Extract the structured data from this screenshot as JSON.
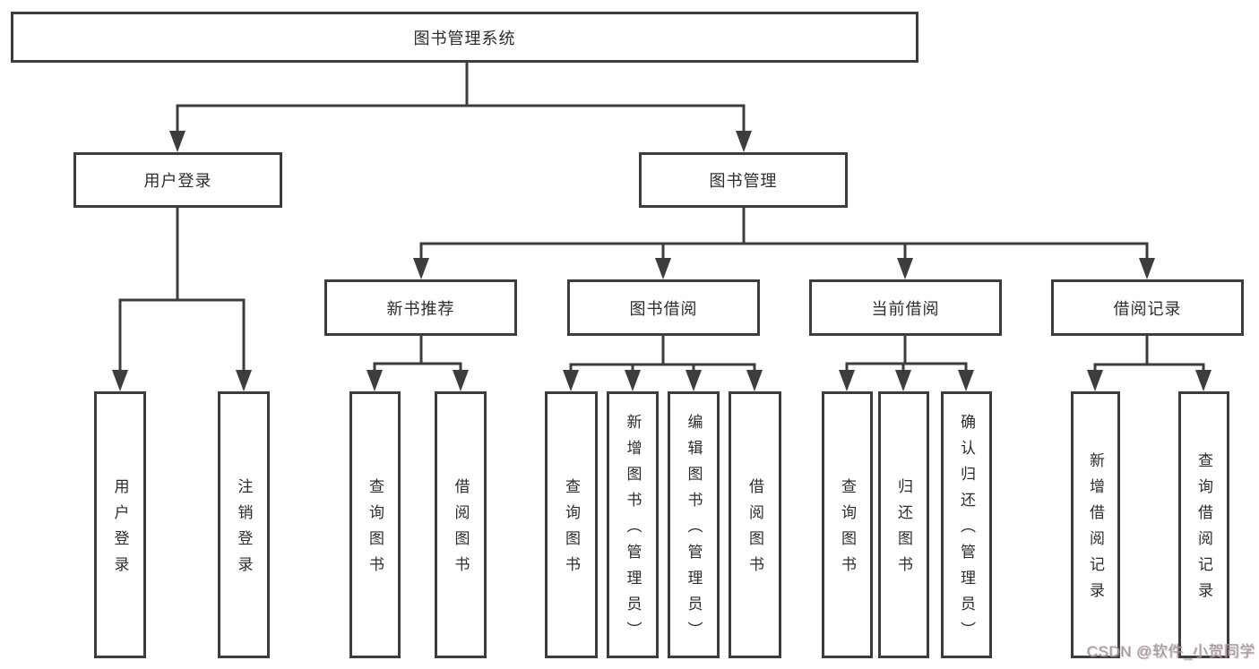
{
  "diagram": {
    "root": {
      "label": "图书管理系统"
    },
    "children": [
      {
        "label": "用户登录",
        "children": [
          {
            "label": "用户登录"
          },
          {
            "label": "注销登录"
          }
        ]
      },
      {
        "label": "图书管理",
        "children": [
          {
            "label": "新书推荐",
            "children": [
              {
                "label": "查询图书"
              },
              {
                "label": "借阅图书"
              }
            ]
          },
          {
            "label": "图书借阅",
            "children": [
              {
                "label": "查询图书"
              },
              {
                "label": "新增图书（管理员）"
              },
              {
                "label": "编辑图书（管理员）"
              },
              {
                "label": "借阅图书"
              }
            ]
          },
          {
            "label": "当前借阅",
            "children": [
              {
                "label": "查询图书"
              },
              {
                "label": "归还图书"
              },
              {
                "label": "确认归还（管理员）"
              }
            ]
          },
          {
            "label": "借阅记录",
            "children": [
              {
                "label": "新增借阅记录"
              },
              {
                "label": "查询借阅记录"
              }
            ]
          }
        ]
      }
    ]
  },
  "watermark": {
    "text": "CSDN @软件_小贺同学"
  },
  "colors": {
    "background": "#ffffff",
    "line": "#3d3d3d",
    "box_border": "#3d3d3d",
    "text": "#2d2d2d",
    "watermark": "#9b9b9b"
  }
}
